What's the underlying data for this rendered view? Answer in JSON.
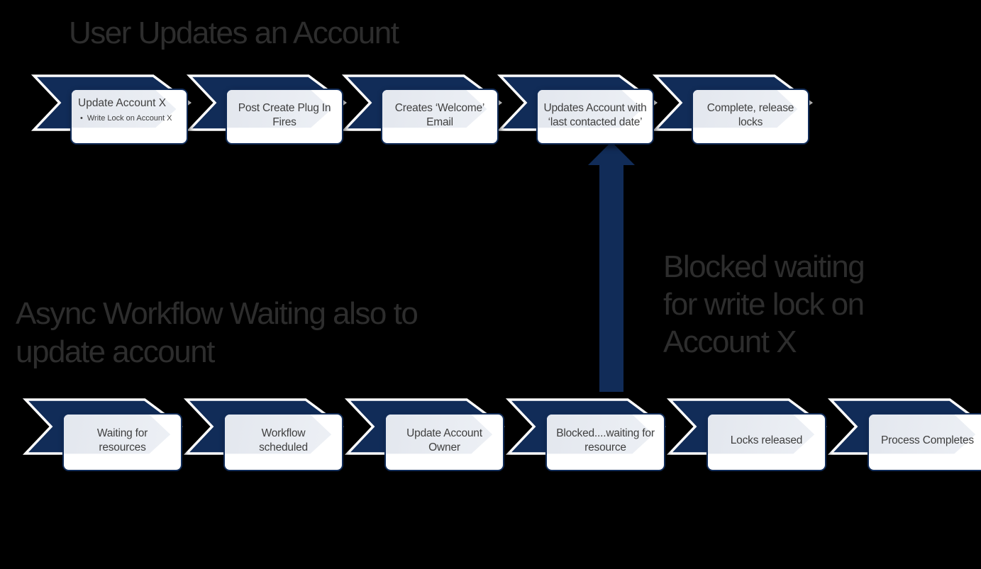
{
  "colors": {
    "background": "#000000",
    "navy": "#112c58",
    "outline_white": "#ffffff",
    "box_fill": "#ffffff",
    "watermark_gray": "#e3e7ee",
    "title_text": "#2d2d2d",
    "box_text": "#3f3f3f"
  },
  "titles": {
    "top": "User Updates an Account",
    "async": "Async Workflow Waiting also to update account"
  },
  "annotation": {
    "text": "Blocked waiting for write lock on Account X"
  },
  "top_row": {
    "steps": [
      {
        "title": "Update Account X",
        "bullet_marker": "•",
        "bullet": "Write Lock on Account X"
      },
      {
        "label": "Post Create Plug In Fires"
      },
      {
        "label": "Creates ‘Welcome’ Email"
      },
      {
        "label": "Updates Account with ‘last contacted date’"
      },
      {
        "label": "Complete, release locks"
      }
    ]
  },
  "bottom_row": {
    "steps": [
      {
        "label": "Waiting for resources"
      },
      {
        "label": "Workflow scheduled"
      },
      {
        "label": "Update Account Owner"
      },
      {
        "label": "Blocked....waiting for resource"
      },
      {
        "label": "Locks released"
      },
      {
        "label": "Process Completes"
      }
    ]
  }
}
